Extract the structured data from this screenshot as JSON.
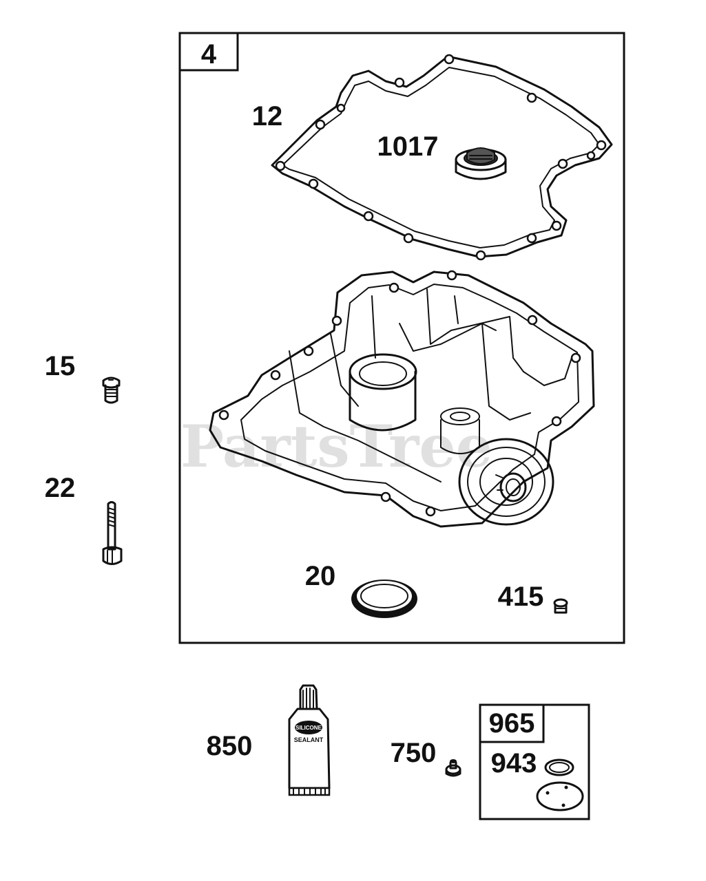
{
  "watermark": "PartsTree",
  "kit": {
    "number": "4"
  },
  "labels": {
    "gasket": "12",
    "oil_cap": "1017",
    "plug_left": "15",
    "bolt": "22",
    "seal": "20",
    "plug_small": "415",
    "sealant": "850",
    "screw": "750",
    "box_top": "965",
    "box_bottom": "943"
  },
  "sealant_text": {
    "line1": "SILICONE",
    "line2": "SEALANT"
  }
}
